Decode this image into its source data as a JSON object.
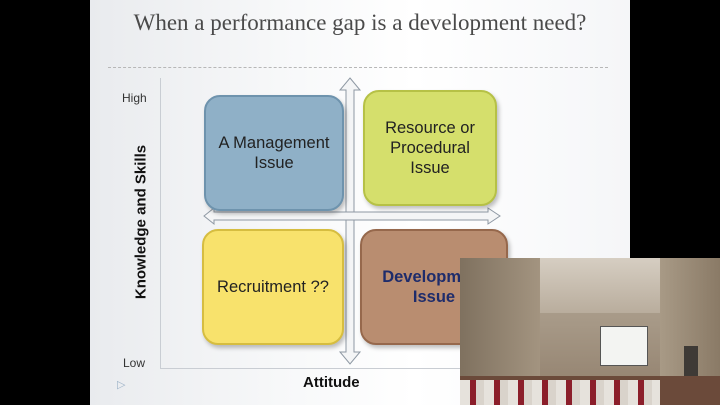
{
  "slide": {
    "title": "When a performance gap is a development need?",
    "y_axis_label": "Knowledge and Skills",
    "x_axis_label": "Attitude",
    "y_high": "High",
    "y_low": "Low",
    "nav_icon": "play-triangle-icon",
    "quadrants": {
      "top_left": "A Management Issue",
      "top_right": "Resource or Procedural Issue",
      "bottom_left": "Recruitment ??",
      "bottom_right": "Development Issue"
    },
    "colors": {
      "top_left": "#8fb0c7",
      "top_right": "#d5df6c",
      "bottom_left": "#f8e26c",
      "bottom_right": "#b98d70",
      "bottom_right_text": "#1e2c6b"
    }
  },
  "video_overlay": {
    "description_icon": "lecture-room-video"
  }
}
